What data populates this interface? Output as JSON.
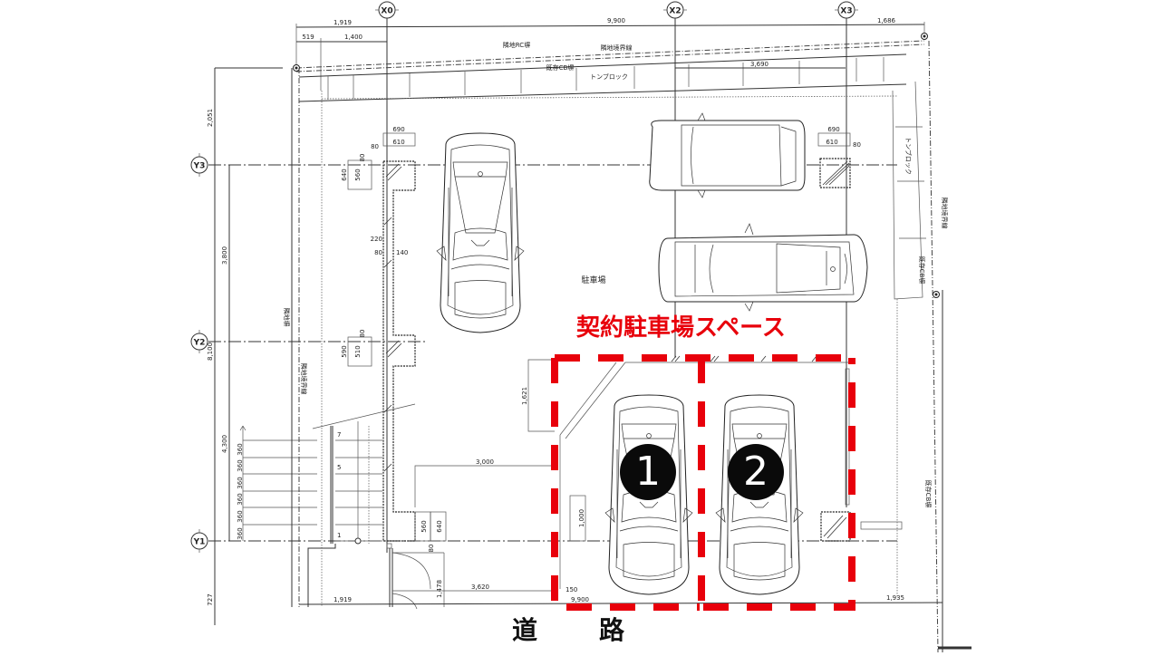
{
  "diagram": {
    "title": "契約駐車場スペース",
    "road_label_1": "道",
    "road_label_2": "路",
    "parking_label": "駐車場",
    "accent_color": "#e8000b",
    "spaces": [
      {
        "number": "1"
      },
      {
        "number": "2"
      }
    ],
    "grid_axes": {
      "x": [
        "X0",
        "X2",
        "X3"
      ],
      "y": [
        "Y3",
        "Y2",
        "Y1"
      ]
    },
    "annotations": {
      "neighbor_rc_wall": "隣地RC塀",
      "neighbor_boundary_top": "隣地境界線",
      "existing_cb_wall": "既存CB塀",
      "ton_block_top": "トンブロック",
      "ton_block_right": "トンブロック",
      "neighbor_boundary_right": "隣地境界線",
      "existing_cb_wall_right": "既存CB塀",
      "existing_cb_wall_lower_right": "既存CB塀",
      "neighbor_wall_left": "隣地塀",
      "neighbor_boundary_left": "隣地境界線"
    },
    "dimensions": {
      "top_1919": "1,919",
      "top_9900": "9,900",
      "top_1686": "1,686",
      "top_519": "519",
      "top_1400": "1,400",
      "top_3690": "3,690",
      "left_2051": "2,051",
      "left_3800": "3,800",
      "left_8100": "8,100",
      "left_4300": "4,300",
      "left_727": "727",
      "stair_steps": [
        "360",
        "360",
        "360",
        "360",
        "360",
        "360"
      ],
      "stair_nums": [
        "7",
        "5",
        "1"
      ],
      "col_690_a": "690",
      "col_610_a": "610",
      "col_80_a": "80",
      "col_640_a": "640",
      "col_560_a": "560",
      "col_80_b": "80",
      "wall_220": "220",
      "wall_80": "80",
      "wall_140": "140",
      "col_590": "590",
      "col_510": "510",
      "col_80_c": "80",
      "col_690_b": "690",
      "col_610_b": "610",
      "col_80_d": "80",
      "d_1621": "1,621",
      "d_3000": "3,000",
      "d_1000": "1,000",
      "d_560": "560",
      "d_640": "640",
      "d_80": "80",
      "d_1478": "1,478",
      "d_3620": "3,620",
      "d_150": "150",
      "bottom_1919": "1,919",
      "bottom_9900": "9,900",
      "bottom_1935": "1,935"
    }
  }
}
